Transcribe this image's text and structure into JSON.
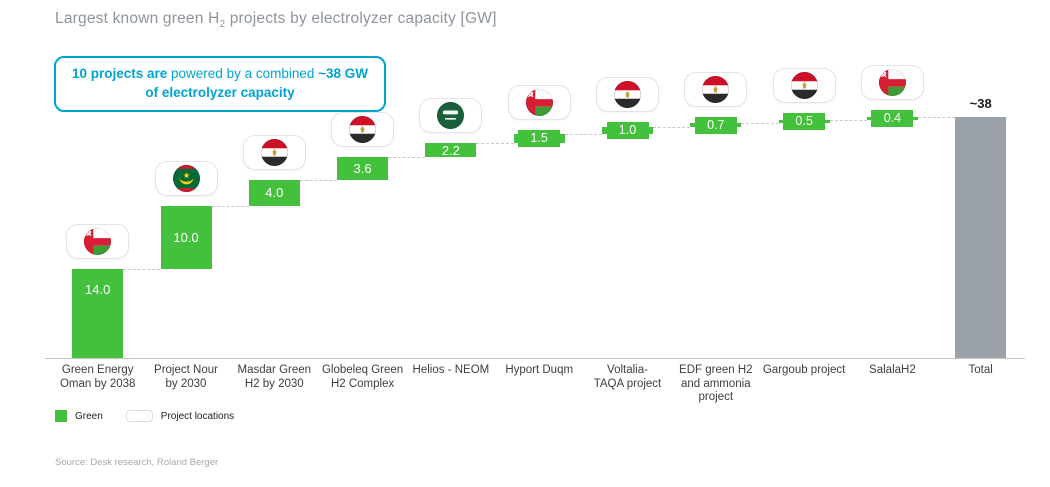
{
  "title": {
    "pre": "Largest known green H",
    "sub": "2",
    "post": " projects by electrolyzer capacity [GW]"
  },
  "callout": {
    "bold_lead": "10 projects are",
    "middle": " powered by a combined ",
    "bold_tail": "~38 GW of electrolyzer capacity"
  },
  "chart_data": {
    "type": "bar",
    "subtype": "waterfall",
    "unit": "GW",
    "title": "Largest known green H2 projects by electrolyzer capacity [GW]",
    "categories": [
      "Green Energy Oman by 2038",
      "Project Nour by 2030",
      "Masdar Green H2 by 2030",
      "Globeleq Green H2 Complex",
      "Helios - NEOM",
      "Hyport Duqm",
      "Voltalia-TAQA project",
      "EDF green H2 and ammonia project",
      "Gargoub project",
      "SalalaH2"
    ],
    "category_lines": [
      [
        "Green Energy",
        "Oman by 2038"
      ],
      [
        "Project Nour",
        "by 2030"
      ],
      [
        "Masdar Green",
        "H2 by 2030"
      ],
      [
        "Globeleq Green",
        "H2 Complex"
      ],
      [
        "Helios - NEOM"
      ],
      [
        "Hyport Duqm"
      ],
      [
        "Voltalia-",
        "TAQA project"
      ],
      [
        "EDF green H2",
        "and ammonia",
        "project"
      ],
      [
        "Gargoub project"
      ],
      [
        "SalalaH2"
      ]
    ],
    "values": [
      14.0,
      10.0,
      4.0,
      3.6,
      2.2,
      1.5,
      1.0,
      0.7,
      0.5,
      0.4
    ],
    "value_labels": [
      "14.0",
      "10.0",
      "4.0",
      "3.6",
      "2.2",
      "1.5",
      "1.0",
      "0.7",
      "0.5",
      "0.4"
    ],
    "flags": [
      "oman",
      "mauritania",
      "egypt",
      "egypt",
      "saudi-arabia",
      "oman",
      "egypt",
      "egypt",
      "egypt",
      "oman"
    ],
    "total": {
      "category": "Total",
      "value": 38,
      "value_label": "~38"
    },
    "ylim": [
      0,
      38
    ],
    "grid": false,
    "legend_position": "bottom-left"
  },
  "legend": {
    "items": [
      {
        "label": "Green",
        "swatch": "green-square"
      },
      {
        "label": "Project locations",
        "swatch": "location-pill"
      }
    ]
  },
  "source": "Source: Desk research, Roland Berger",
  "colors": {
    "green": "#44c13c",
    "total_gray": "#9aa1a9",
    "accent_blue": "#00a4d1"
  }
}
